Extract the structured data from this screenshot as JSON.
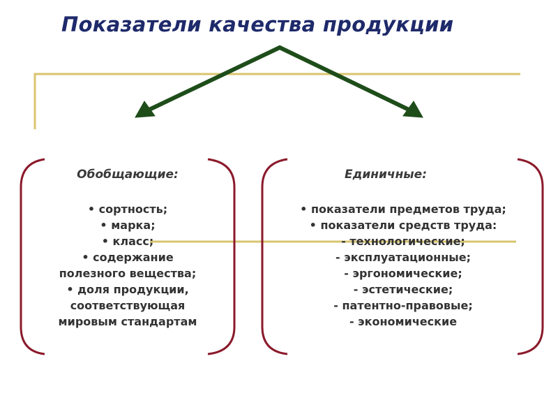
{
  "title": "Показатели качества продукции",
  "colors": {
    "title": "#1f2a6b",
    "arrows": "#1e4d1a",
    "gold_lines": "#d8c46e",
    "brackets": "#8b1a2b",
    "text": "#333333"
  },
  "left_box": {
    "heading": "Обобщающие:",
    "lines": [
      "• сортность;",
      "• марка;",
      "• класс;",
      "• содержание",
      "полезного вещества;",
      "• доля продукции,",
      "соответствующая",
      "мировым стандартам"
    ]
  },
  "right_box": {
    "heading": "Единичные:",
    "lines": [
      "• показатели предметов труда;",
      "• показатели средств труда:",
      "- технологические;",
      "- эксплуатационные;",
      "- эргономические;",
      "- эстетические;",
      "- патентно-правовые;",
      "- экономические"
    ]
  }
}
